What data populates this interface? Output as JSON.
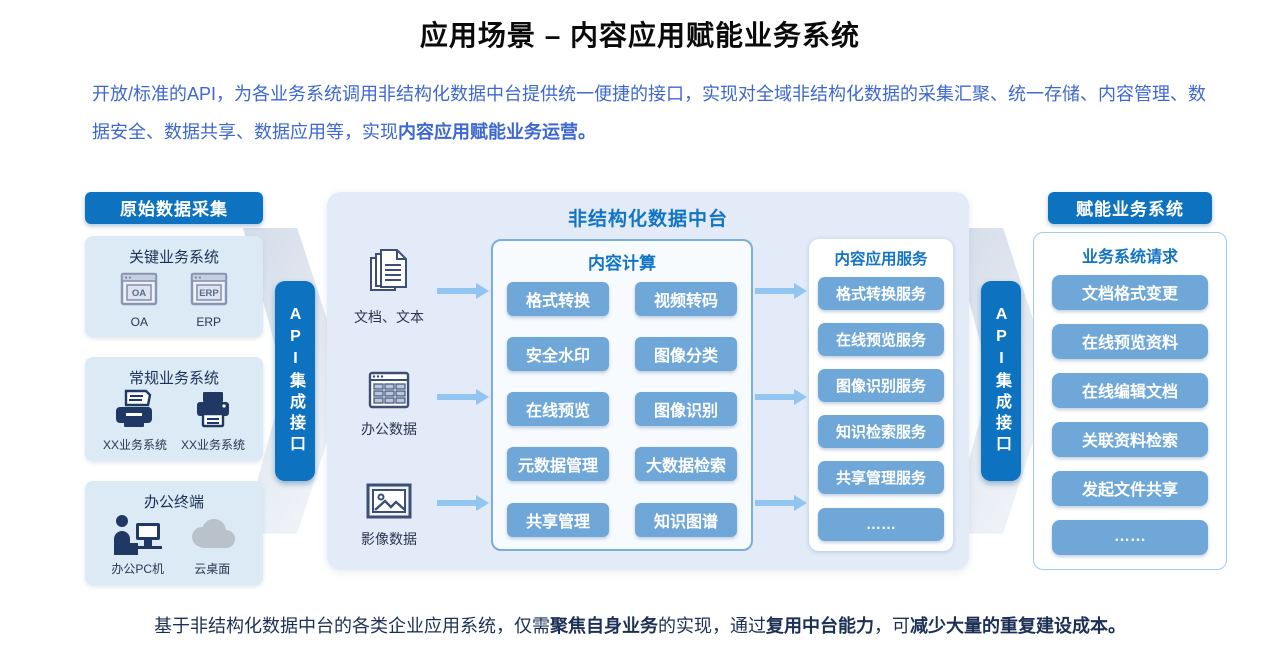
{
  "title": "应用场景 – 内容应用赋能业务系统",
  "intro": {
    "segments": [
      {
        "text": "开放/标准的API，为各业务系统调用非结构化数据中台提供统一便捷的接口，实现对全域非结构化数据的采集汇聚、统一存储、内容管理、数据安全、数据共享、数据应用等，实现",
        "bold": false
      },
      {
        "text": "内容应用赋能业务运营。",
        "bold": true
      }
    ]
  },
  "left_column": {
    "header": "原始数据采集",
    "groups": [
      {
        "title": "关键业务系统",
        "items": [
          {
            "icon": "app-window-icon",
            "icon_text": "OA",
            "label": "OA"
          },
          {
            "icon": "app-window-icon",
            "icon_text": "ERP",
            "label": "ERP"
          }
        ]
      },
      {
        "title": "常规业务系统",
        "items": [
          {
            "icon": "fax-icon",
            "label": "XX业务系统"
          },
          {
            "icon": "printer-icon",
            "label": "XX业务系统"
          }
        ]
      },
      {
        "title": "办公终端",
        "items": [
          {
            "icon": "pc-user-icon",
            "label": "办公PC机"
          },
          {
            "icon": "cloud-icon",
            "label": "云桌面"
          }
        ]
      }
    ]
  },
  "api_left": "API集成接口",
  "api_right": "API集成接口",
  "platform": {
    "title": "非结构化数据中台",
    "sources": [
      {
        "icon": "documents-icon",
        "label": "文档、文本"
      },
      {
        "icon": "table-icon",
        "label": "办公数据"
      },
      {
        "icon": "image-icon",
        "label": "影像数据"
      }
    ],
    "compute": {
      "title": "内容计算",
      "buttons": [
        "格式转换",
        "视频转码",
        "安全水印",
        "图像分类",
        "在线预览",
        "图像识别",
        "元数据管理",
        "大数据检索",
        "共享管理",
        "知识图谱"
      ]
    },
    "services": {
      "title": "内容应用服务",
      "buttons": [
        "格式转换服务",
        "在线预览服务",
        "图像识别服务",
        "知识检索服务",
        "共享管理服务",
        "……"
      ]
    }
  },
  "right_column": {
    "header": "赋能业务系统",
    "box_title": "业务系统请求",
    "buttons": [
      "文档格式变更",
      "在线预览资料",
      "在线编辑文档",
      "关联资料检索",
      "发起文件共享",
      "……"
    ]
  },
  "footer": {
    "segments": [
      {
        "text": "基于非结构化数据中台的各类企业应用系统，仅需",
        "bold": false
      },
      {
        "text": "聚焦自身业务",
        "bold": true
      },
      {
        "text": "的实现，通过",
        "bold": false
      },
      {
        "text": "复用中台能力",
        "bold": true
      },
      {
        "text": "，可",
        "bold": false
      },
      {
        "text": "减少大量的重复建设成本。",
        "bold": true
      }
    ]
  },
  "colors": {
    "header_blue": "#0d72bf",
    "title_blue": "#1274c5",
    "button_blue": "#6fa7d9",
    "panel_bg": "#e2ebf7",
    "box_bg": "#dceaf6",
    "arrow_blue": "#92c6f0",
    "text_blue": "#3e68d0",
    "dark_navy": "#1c3056"
  }
}
